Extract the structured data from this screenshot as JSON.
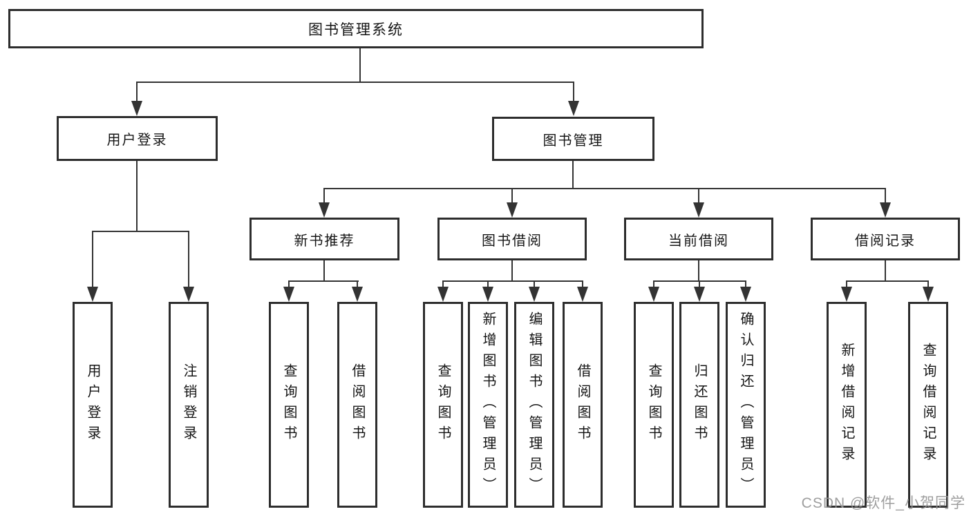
{
  "tree": {
    "label": "图书管理系统",
    "children": [
      {
        "label": "用户登录",
        "children": [
          {
            "label": "用户登录"
          },
          {
            "label": "注销登录"
          }
        ]
      },
      {
        "label": "图书管理",
        "children": [
          {
            "label": "新书推荐",
            "children": [
              {
                "label": "查询图书"
              },
              {
                "label": "借阅图书"
              }
            ]
          },
          {
            "label": "图书借阅",
            "children": [
              {
                "label": "查询图书"
              },
              {
                "label": "新增图书（管理员）"
              },
              {
                "label": "编辑图书（管理员）"
              },
              {
                "label": "借阅图书"
              }
            ]
          },
          {
            "label": "当前借阅",
            "children": [
              {
                "label": "查询图书"
              },
              {
                "label": "归还图书"
              },
              {
                "label": "确认归还（管理员）"
              }
            ]
          },
          {
            "label": "借阅记录",
            "children": [
              {
                "label": "新增借阅记录"
              },
              {
                "label": "查询借阅记录"
              }
            ]
          }
        ]
      }
    ]
  },
  "watermark": {
    "text": "CSDN @软件_小贺同学"
  },
  "colors": {
    "line": "#333333",
    "border": "#2d2d2d",
    "text": "#151515",
    "watermark": "#949494",
    "background": "#ffffff"
  }
}
